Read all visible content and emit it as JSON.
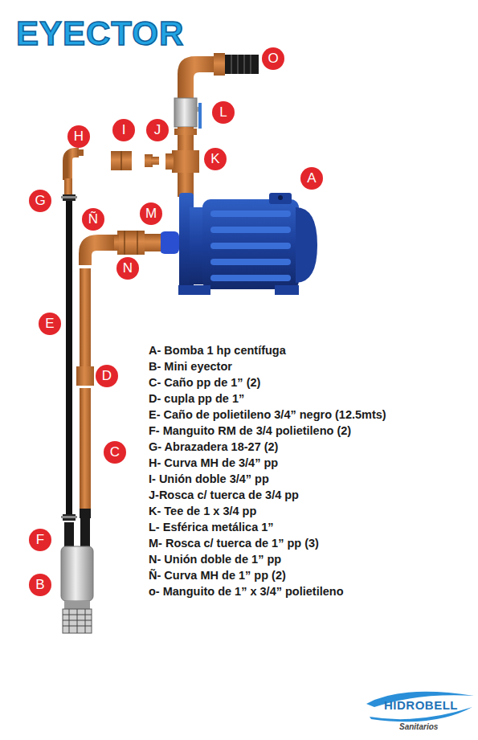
{
  "diagram": {
    "title": "EYECTOR",
    "nodes": [
      {
        "text": [
          "O"
        ]
      },
      {
        "text": [
          "H"
        ]
      },
      {
        "text": [
          "I"
        ]
      },
      {
        "text": [
          "J"
        ]
      },
      {
        "text": [
          "L"
        ]
      },
      {
        "text": [
          "K"
        ]
      },
      {
        "text": [
          "A"
        ]
      },
      {
        "text": [
          "G"
        ]
      },
      {
        "text": [
          "Ñ"
        ]
      },
      {
        "text": [
          "M"
        ]
      },
      {
        "text": [
          "N"
        ]
      },
      {
        "text": [
          "E"
        ]
      },
      {
        "text": [
          "D"
        ]
      },
      {
        "text": [
          "C"
        ]
      },
      {
        "text": [
          "F"
        ]
      },
      {
        "text": [
          "B"
        ]
      }
    ],
    "edges": [],
    "labels": [
      "A- Bomba 1 hp centífuga",
      "B- Mini eyector",
      "C- Caño pp de 1” (2)",
      "D- cupla pp de 1”",
      "E- Caño de polietileno 3/4” negro (12.5mts)",
      "F- Manguito RM de 3/4 polietileno (2)",
      "G- Abrazadera 18-27 (2)",
      "H- Curva MH de 3/4” pp",
      "I- Unión doble 3/4” pp",
      "J-Rosca c/ tuerca de 3/4 pp",
      "K- Tee de 1 x 3/4 pp",
      "L- Esférica metálica 1”",
      "M- Rosca c/ tuerca de 1” pp (3)",
      "N- Unión doble de 1” pp",
      "Ñ- Curva MH de 1” pp (2)",
      "o- Manguito de 1” x 3/4” polietileno",
      "HIDROBELL",
      "Sanitarios"
    ]
  }
}
